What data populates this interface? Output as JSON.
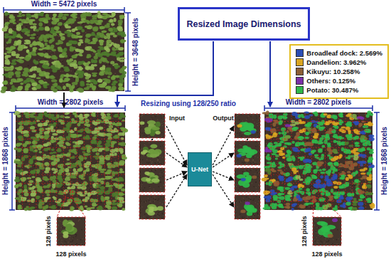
{
  "diagram": {
    "nodes": [
      {
        "text": [
          "Resized Image Dimensions"
        ]
      },
      {
        "text": [
          "U-Net"
        ]
      }
    ],
    "labels": [
      "Width = 5472 pixels",
      "Height = 3648 pixels",
      "Resizing using 128/250 ratio",
      "Width = 2802 pixels",
      "Height = 1868 pixels",
      "Input",
      "Output",
      "Width = 2802 pixels",
      "Height = 1868 pixels",
      "128 pixels",
      "128 pixels",
      "128 pixels",
      "128 pixels"
    ],
    "legend": [
      {
        "text": "Broadleaf dock: 2.569%",
        "color": "#2a4db5"
      },
      {
        "text": "Dandelion: 3.962%",
        "color": "#d9a521"
      },
      {
        "text": "Kikuyu: 10.258%",
        "color": "#8b5e34"
      },
      {
        "text": "Others: 0.125%",
        "color": "#7b2fa8"
      },
      {
        "text": "Potato: 30.487%",
        "color": "#2fb84a"
      }
    ]
  }
}
